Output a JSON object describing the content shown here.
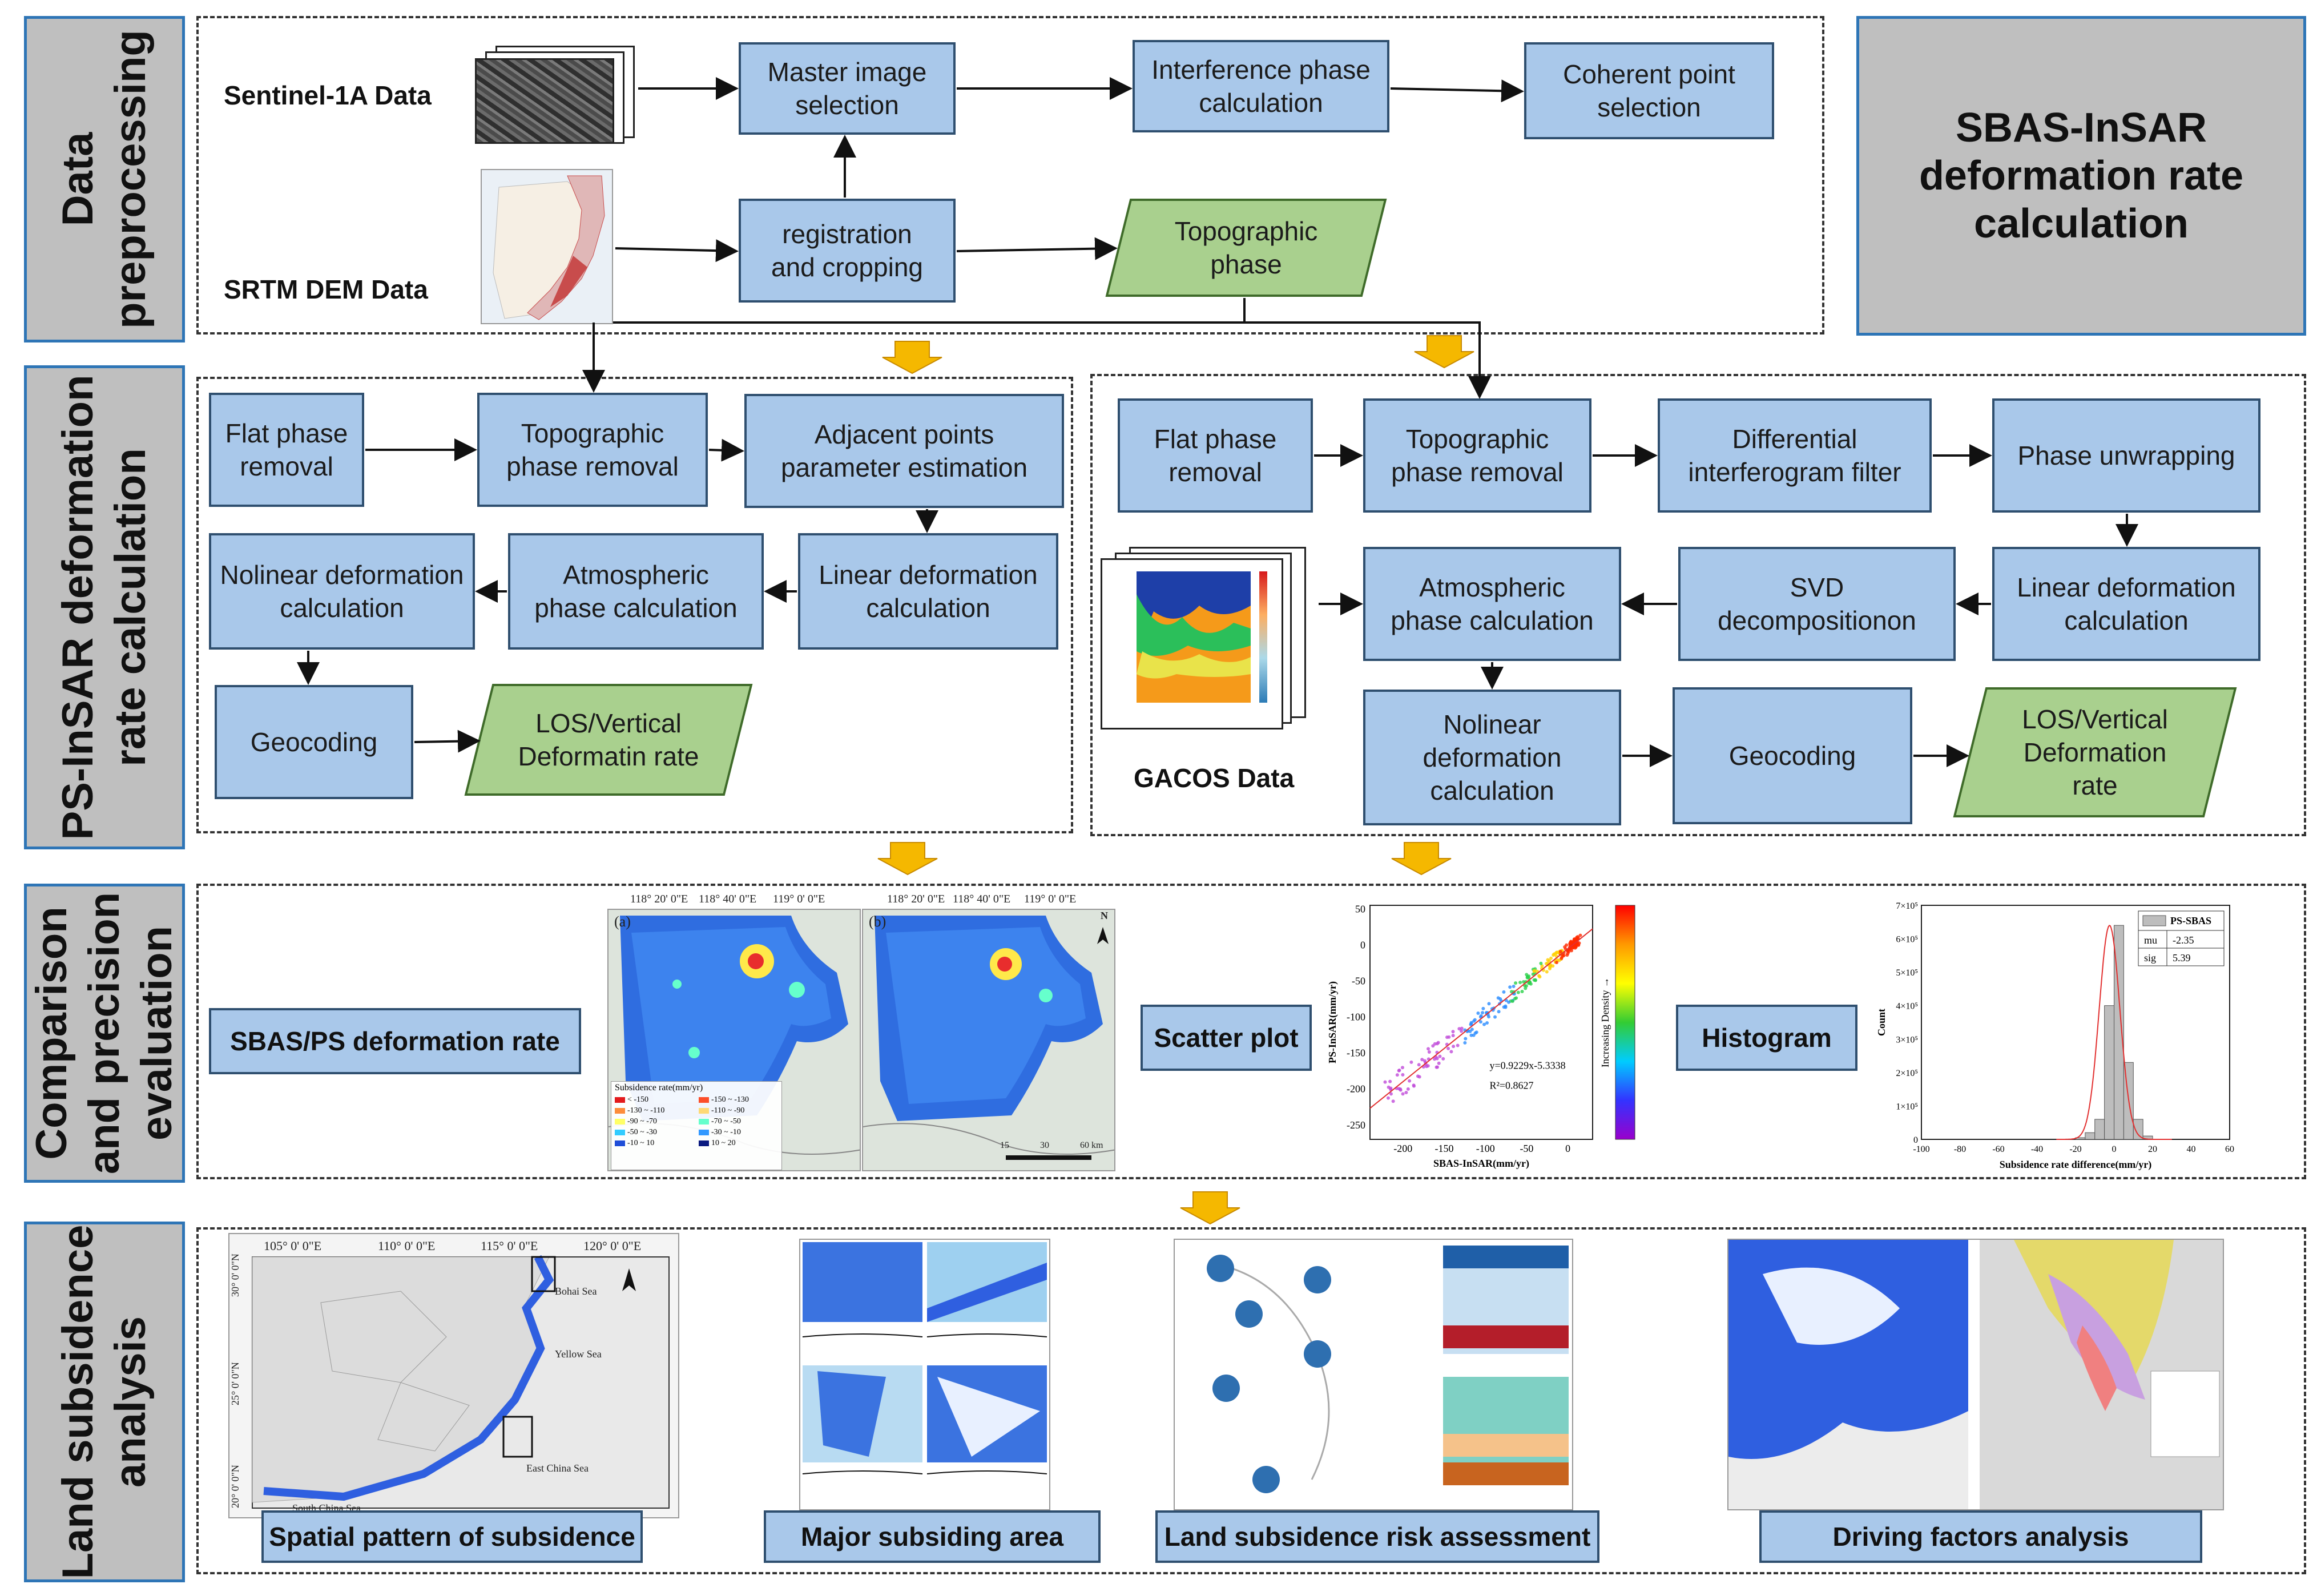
{
  "sections": {
    "preprocessing": "Data\npreprocessing",
    "ps_insar": "PS-InSAR deformation\nrate calculation",
    "comparison": "Comparison\nand precision\nevaluation",
    "subsidence": "Land subsidence\nanalysis"
  },
  "sbas_title": "SBAS-InSAR\ndeformation rate\ncalculation",
  "preprocessing": {
    "sentinel_label": "Sentinel-1A Data",
    "srtm_label": "SRTM DEM Data",
    "master": "Master image\nselection",
    "interference": "Interference phase\ncalculation",
    "coherent": "Coherent point\nselection",
    "registration": "registration\nand cropping",
    "topo_phase": "Topographic\nphase"
  },
  "ps": {
    "flat": "Flat phase\nremoval",
    "topo_removal": "Topographic\nphase removal",
    "adjacent": "Adjacent points\nparameter estimation",
    "linear": "Linear deformation\ncalculation",
    "atmo": "Atmospheric\nphase calculation",
    "nonlinear": "Nolinear deformation\ncalculation",
    "geocoding": "Geocoding",
    "los": "LOS/Vertical\nDeformatin rate"
  },
  "sbas": {
    "flat": "Flat phase\nremoval",
    "topo_removal": "Topographic\nphase removal",
    "diff_filter": "Differential\ninterferogram filter",
    "unwrap": "Phase unwrapping",
    "linear": "Linear deformation\ncalculation",
    "svd": "SVD\ndecompositionon",
    "atmo": "Atmospheric\nphase calculation",
    "nonlinear": "Nolinear\ndeformation\ncalculation",
    "geocoding": "Geocoding",
    "los": "LOS/Vertical\nDeformation\nrate",
    "gacos_label": "GACOS Data"
  },
  "comparison": {
    "rate_label": "SBAS/PS deformation rate",
    "scatter_label": "Scatter plot",
    "hist_label": "Histogram",
    "map_ticks": [
      "118° 20' 0\"E",
      "118° 40' 0\"E",
      "119° 0' 0\"E"
    ],
    "map_panel_a": "(a)",
    "map_panel_b": "(b)",
    "legend_title": "Subsidence rate(mm/yr)",
    "legend_items": [
      "< -150",
      "-150 ~ -130",
      "-130 ~ -110",
      "-110 ~ -90",
      "-90 ~ -70",
      "-70 ~ -50",
      "-50 ~ -30",
      "-30 ~ -10",
      "-10 ~ 10",
      "10 ~ 20"
    ],
    "legend_colors": [
      "#e31a1c",
      "#fc4e2a",
      "#fd8d3c",
      "#fed976",
      "#ffff66",
      "#66ffcc",
      "#33ccff",
      "#3399ff",
      "#1f4ed8",
      "#0a1a80"
    ],
    "scale_labels": [
      "15",
      "30",
      "60 km"
    ],
    "north_arrow": "N"
  },
  "chart_data": [
    {
      "type": "scatter",
      "xlabel": "SBAS-InSAR(mm/yr)",
      "ylabel": "PS-InSAR(mm/yr)",
      "colorbar_label": "Increasing Density →",
      "x_ticks": [
        "-200",
        "-150",
        "-100",
        "-50",
        "0"
      ],
      "y_ticks": [
        "50",
        "0",
        "-50",
        "-100",
        "-150",
        "-200",
        "-250"
      ],
      "xlim": [
        -240,
        30
      ],
      "ylim": [
        -270,
        55
      ],
      "fit_line": {
        "slope": 0.9229,
        "intercept": -5.3338
      },
      "equation": "y=0.9229x-5.3338",
      "r2": "R²=0.8627"
    },
    {
      "type": "bar",
      "xlabel": "Subsidence rate difference(mm/yr)",
      "ylabel": "Count",
      "x_ticks": [
        "-100",
        "-80",
        "-60",
        "-40",
        "-20",
        "0",
        "20",
        "40",
        "60"
      ],
      "y_ticks": [
        "0",
        "1×10⁵",
        "2×10⁵",
        "3×10⁵",
        "4×10⁵",
        "5×10⁵",
        "6×10⁵",
        "7×10⁵"
      ],
      "xlim": [
        -100,
        60
      ],
      "ylim": [
        0,
        700000
      ],
      "legend": "PS-SBAS",
      "stats": {
        "mu_label": "mu",
        "mu": "-2.35",
        "sig_label": "sig",
        "sig": "5.39"
      },
      "bins": [
        -20,
        -15,
        -10,
        -5,
        0,
        5,
        10,
        15,
        20
      ],
      "counts": [
        5000,
        20000,
        60000,
        400000,
        640000,
        230000,
        60000,
        10000
      ]
    }
  ],
  "analysis": {
    "spatial": "Spatial pattern of subsidence",
    "major": "Major subsiding area",
    "risk": "Land subsidence risk assessment",
    "driving": "Driving factors analysis",
    "map_ticks_top": [
      "105° 0' 0\"E",
      "110° 0' 0\"E",
      "115° 0' 0\"E",
      "120° 0' 0\"E"
    ],
    "map_ticks_left": [
      "30° 0' 0\"N",
      "25° 0' 0\"N",
      "20° 0' 0\"N"
    ],
    "sea_labels": [
      "Bohai Sea",
      "Yellow Sea",
      "East China Sea",
      "South China Sea"
    ]
  },
  "colors": {
    "sidebar_bg": "#bfbfbf",
    "sidebar_border": "#2e75b6",
    "process_box": "#a9c8ea",
    "data_box": "#a9d08e",
    "arrow_orange": "#f5b800"
  }
}
